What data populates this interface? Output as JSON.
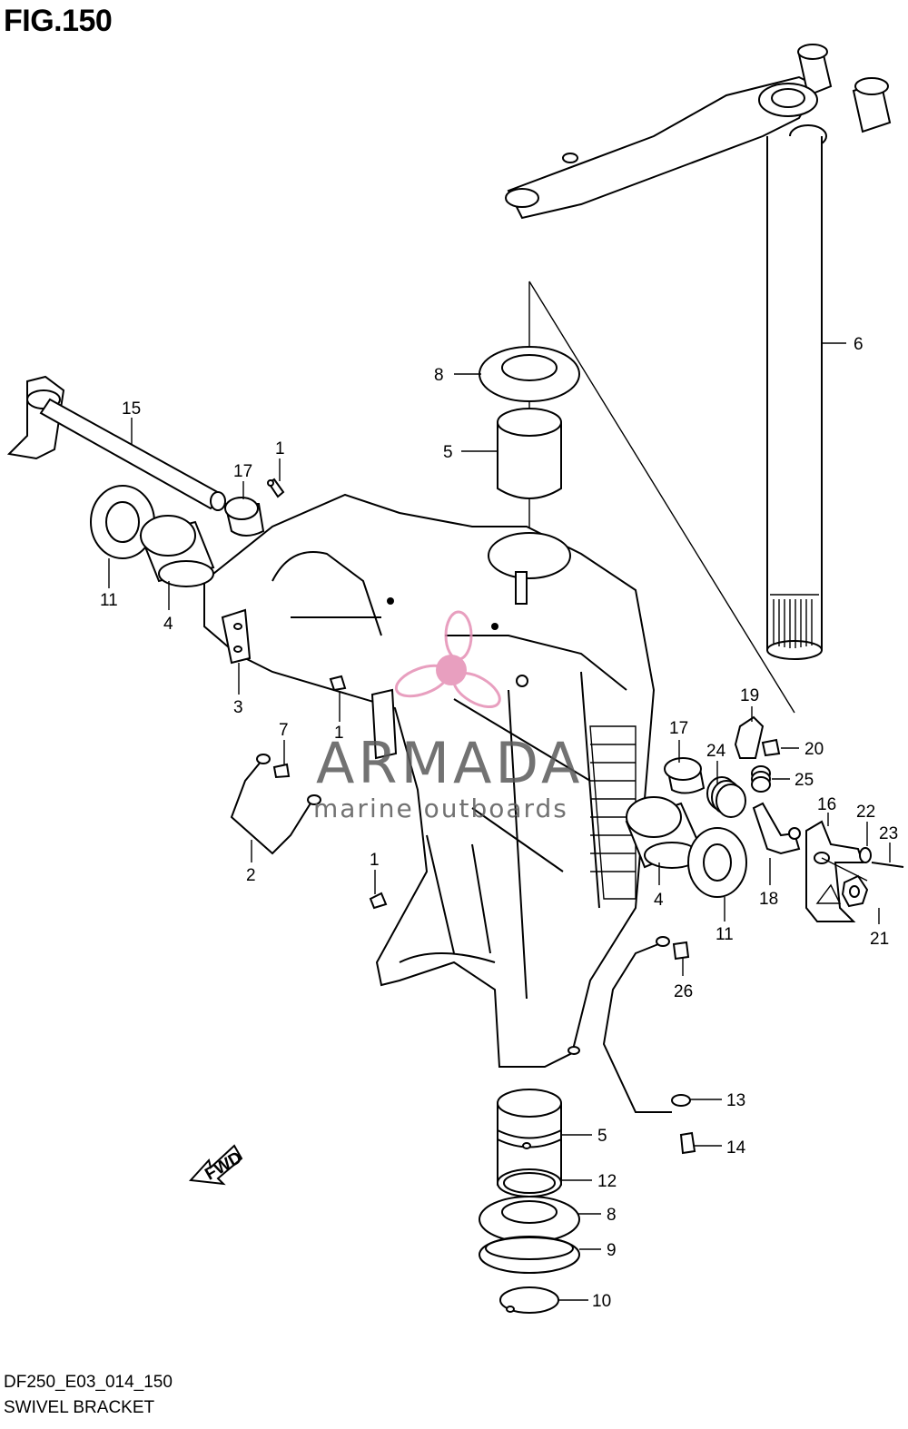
{
  "figure": {
    "title": "FIG.150",
    "code": "DF250_E03_014_150",
    "name": "SWIVEL BRACKET"
  },
  "watermark": {
    "brand": "ARMADA",
    "tagline": "marine outboards",
    "logo_color": "#e58fb5",
    "text_color": "#5a5a5a"
  },
  "fwd_arrow": {
    "label": "FWD"
  },
  "callouts": [
    {
      "id": "c1a",
      "label": "1"
    },
    {
      "id": "c1b",
      "label": "1"
    },
    {
      "id": "c1c",
      "label": "1"
    },
    {
      "id": "c2",
      "label": "2"
    },
    {
      "id": "c3",
      "label": "3"
    },
    {
      "id": "c4a",
      "label": "4"
    },
    {
      "id": "c4b",
      "label": "4"
    },
    {
      "id": "c5a",
      "label": "5"
    },
    {
      "id": "c5b",
      "label": "5"
    },
    {
      "id": "c6",
      "label": "6"
    },
    {
      "id": "c7",
      "label": "7"
    },
    {
      "id": "c8a",
      "label": "8"
    },
    {
      "id": "c8b",
      "label": "8"
    },
    {
      "id": "c9",
      "label": "9"
    },
    {
      "id": "c10",
      "label": "10"
    },
    {
      "id": "c11a",
      "label": "11"
    },
    {
      "id": "c11b",
      "label": "11"
    },
    {
      "id": "c12",
      "label": "12"
    },
    {
      "id": "c13",
      "label": "13"
    },
    {
      "id": "c14",
      "label": "14"
    },
    {
      "id": "c15",
      "label": "15"
    },
    {
      "id": "c16",
      "label": "16"
    },
    {
      "id": "c17a",
      "label": "17"
    },
    {
      "id": "c17b",
      "label": "17"
    },
    {
      "id": "c18",
      "label": "18"
    },
    {
      "id": "c19",
      "label": "19"
    },
    {
      "id": "c20",
      "label": "20"
    },
    {
      "id": "c21",
      "label": "21"
    },
    {
      "id": "c22",
      "label": "22"
    },
    {
      "id": "c23",
      "label": "23"
    },
    {
      "id": "c24",
      "label": "24"
    },
    {
      "id": "c25",
      "label": "25"
    },
    {
      "id": "c26",
      "label": "26"
    }
  ]
}
